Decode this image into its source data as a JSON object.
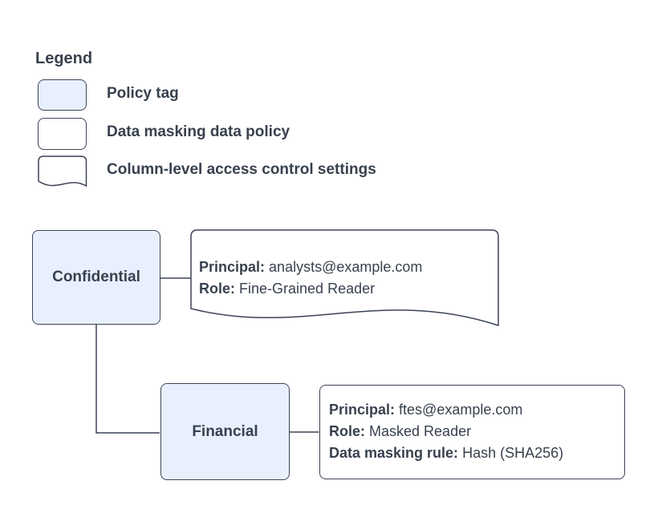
{
  "colors": {
    "background": "#ffffff",
    "node_fill": "#e8f0fe",
    "stroke": "#3b4455",
    "text": "#38414e"
  },
  "legend": {
    "title": "Legend",
    "items": [
      {
        "shape": "policy-tag-swatch",
        "label": "Policy tag"
      },
      {
        "shape": "data-masking-policy-swatch",
        "label": "Data masking data policy"
      },
      {
        "shape": "column-access-settings-swatch",
        "label": "Column-level access control settings"
      }
    ]
  },
  "diagram": {
    "nodes": [
      {
        "id": "confidential",
        "label": "Confidential",
        "type": "policy-tag"
      },
      {
        "id": "financial",
        "label": "Financial",
        "type": "policy-tag",
        "parent": "confidential"
      }
    ],
    "confidential_settings": {
      "type": "column-level-access-control-settings",
      "principal_label": "Principal:",
      "principal_value": "analysts@example.com",
      "role_label": "Role:",
      "role_value": "Fine-Grained Reader"
    },
    "financial_policy": {
      "type": "data-masking-data-policy",
      "principal_label": "Principal:",
      "principal_value": "ftes@example.com",
      "role_label": "Role:",
      "role_value": "Masked Reader",
      "rule_label": "Data masking rule:",
      "rule_value": "Hash (SHA256)"
    }
  }
}
